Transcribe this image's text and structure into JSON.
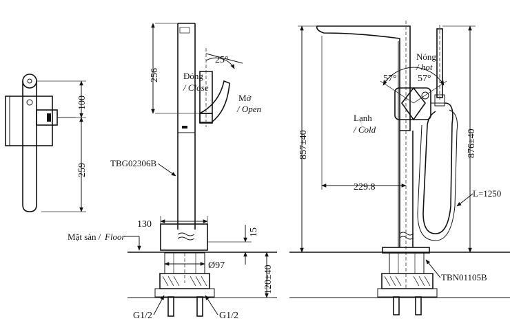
{
  "left_view": {
    "dim_top": "100",
    "dim_height": "259"
  },
  "front_view": {
    "dim_lever": "256",
    "angle": "25°",
    "close_vi": "Đóng",
    "close_en": "/ Close",
    "open_vi": "Mở",
    "open_en": "/ Open",
    "model_code": "TBG02306B",
    "dim_base_width": "130",
    "floor_vi": "Mặt sàn /",
    "floor_en": "Floor",
    "dim_15": "15",
    "dim_diameter": "Ø97",
    "dim_depth": "120±40",
    "thread_left": "G1/2",
    "thread_right": "G1/2"
  },
  "side_view": {
    "dim_total": "857±40",
    "dim_total_hand": "876±40",
    "dim_reach": "229.8",
    "angle_left": "57°",
    "angle_right": "57°",
    "hot_vi": "Nóng",
    "hot_en": "/ hot",
    "cold_vi": "Lạnh",
    "cold_en": "/ Cold",
    "hose_length": "L=1250",
    "base_code": "TBN01105B"
  }
}
